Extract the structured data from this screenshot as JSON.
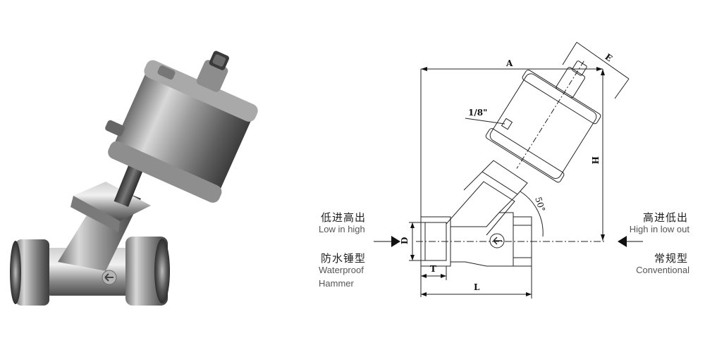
{
  "dimensions": {
    "A": "A",
    "E": "E",
    "H": "H",
    "D": "D",
    "T": "T",
    "L": "L",
    "port": "1/8\"",
    "angle": "50°"
  },
  "left_label": {
    "top_cn": "低进高出",
    "top_en": "Low in high",
    "bottom_cn": "防水锤型",
    "bottom_en_line1": "Waterproof",
    "bottom_en_line2": "Hammer"
  },
  "right_label": {
    "top_cn": "高进低出",
    "top_en": "High in low out",
    "bottom_cn": "常规型",
    "bottom_en": "Conventional"
  }
}
